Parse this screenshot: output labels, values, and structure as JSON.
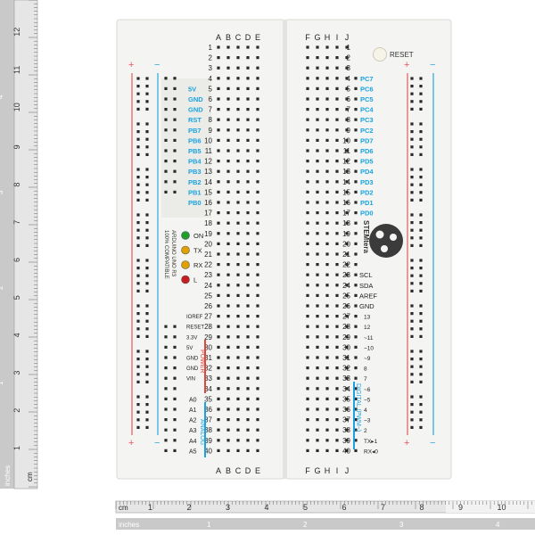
{
  "rulers": {
    "vertical": {
      "unit_cm": "cm",
      "unit_inches": "inches",
      "cm_ticks": [
        "1",
        "2",
        "3",
        "4",
        "5",
        "6",
        "7",
        "8",
        "9",
        "10",
        "11",
        "12"
      ],
      "inch_ticks": [
        "1",
        "2",
        "3",
        "4"
      ]
    },
    "horizontal": {
      "unit_cm": "cm",
      "unit_inches": "inches",
      "cm_ticks": [
        "1",
        "2",
        "3",
        "4",
        "5",
        "6",
        "7",
        "8",
        "9",
        "10"
      ],
      "inch_ticks": [
        "1",
        "2",
        "3",
        "4"
      ]
    }
  },
  "breadboard": {
    "columns_left": [
      "A",
      "B",
      "C",
      "D",
      "E"
    ],
    "columns_right": [
      "F",
      "G",
      "H",
      "I",
      "J"
    ],
    "row_count": 40,
    "reset_label": "RESET",
    "left_pins": [
      "5V",
      "GND",
      "GND",
      "RST",
      "PB7",
      "PB6",
      "PB5",
      "PB4",
      "PB3",
      "PB2",
      "PB1",
      "PB0"
    ],
    "right_pins": [
      "PC7",
      "PC6",
      "PC5",
      "PC4",
      "PC3",
      "PC2",
      "PD7",
      "PD6",
      "PD5",
      "PD4",
      "PD3",
      "PD2",
      "PD1",
      "PD0"
    ],
    "leds": [
      {
        "label": "ON",
        "color": "#1f9e2e"
      },
      {
        "label": "TX",
        "color": "#e0a000"
      },
      {
        "label": "RX",
        "color": "#e0a000"
      },
      {
        "label": "L",
        "color": "#c41e1e"
      }
    ],
    "compat_text": [
      "ARDUINO UNO R3",
      "100% COMPATIBLE"
    ],
    "power_labels": [
      "IOREF",
      "RESET",
      "3.3V",
      "5V",
      "GND",
      "GND",
      "VIN"
    ],
    "power_group": "POWER",
    "analog_labels": [
      "A0",
      "A1",
      "A2",
      "A3",
      "A4",
      "A5"
    ],
    "analog_group": "ANALOG",
    "digital_labels": [
      "SCL",
      "SDA",
      "AREF",
      "GND",
      "13",
      "12",
      "~11",
      "~10",
      "~9",
      "8",
      "7",
      "~6",
      "~5",
      "4",
      "~3",
      "2",
      "TX▸1",
      "RX◂0"
    ],
    "digital_group": "DIGITAL (PWM~)",
    "logo_text": "STEMtera",
    "rail_plus": "+",
    "rail_minus": "−",
    "colors": {
      "accent_blue": "#1aa3e0",
      "rail_red": "#e55a5a",
      "rail_blue": "#2aa7e0",
      "power_red": "#e0463c",
      "board": "#f4f4f2"
    }
  }
}
